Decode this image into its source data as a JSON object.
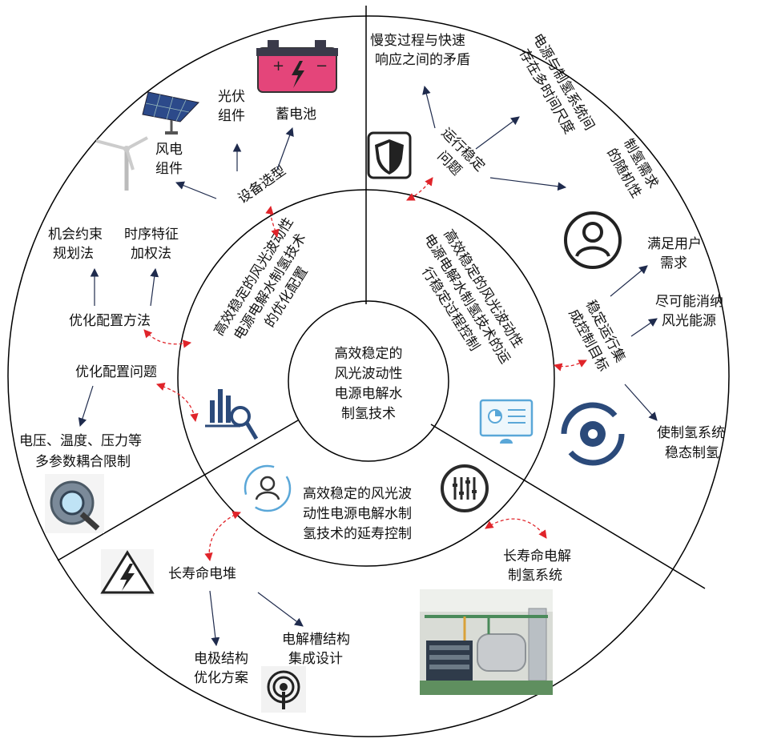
{
  "center": {
    "lines": [
      "高效稳定的",
      "风光波动性",
      "电源电解水",
      "制氢技术"
    ]
  },
  "inner_ring": {
    "left": {
      "lines": [
        "高效稳定的风光波动性",
        "电源电解水制氢技术",
        "的优化配置"
      ]
    },
    "right": {
      "lines": [
        "高效稳定的风光波动性",
        "电源电解水制氢技术的运",
        "行稳定过程控制"
      ]
    },
    "bottom": {
      "lines": [
        "高效稳定的风光波",
        "动性电源电解水制",
        "氢技术的延寿控制"
      ]
    }
  },
  "top_left": {
    "equipment_selection": "设备选型",
    "pv": [
      "光伏",
      "组件"
    ],
    "battery": "蓄电池",
    "wind": [
      "风电",
      "组件"
    ],
    "opt_method": "优化配置方法",
    "opportunity": [
      "机会约束",
      "规划法"
    ],
    "timing": [
      "时序特征",
      "加权法"
    ],
    "opt_problem": "优化配置问题",
    "coupling": [
      "电压、温度、压力等",
      "多参数耦合限制"
    ]
  },
  "top_right": {
    "stability_problem": [
      "运行稳定",
      "问题"
    ],
    "contradiction": [
      "慢变过程与快速",
      "响应之间的矛盾"
    ],
    "multiscale": [
      "电源与制氢系统间",
      "存在多时间尺度"
    ],
    "randomness": [
      "制氢需求",
      "的随机性"
    ],
    "control_target": [
      "稳定运行集",
      "成控制目标"
    ],
    "user_demand": [
      "满足用户",
      "需求"
    ],
    "consume": [
      "尽可能消纳",
      "风光能源"
    ],
    "steady": [
      "使制氢系统",
      "稳态制氢"
    ]
  },
  "bottom": {
    "long_stack": "长寿命电堆",
    "long_system": [
      "长寿命电解",
      "制氢系统"
    ],
    "electrode": [
      "电极结构",
      "优化方案"
    ],
    "cell_design": [
      "电解槽结构",
      "集成设计"
    ]
  },
  "colors": {
    "arrow": "#1f2b4d",
    "dashed": "#e0242a",
    "line": "#000000",
    "gauge": "#2b4a7a"
  }
}
